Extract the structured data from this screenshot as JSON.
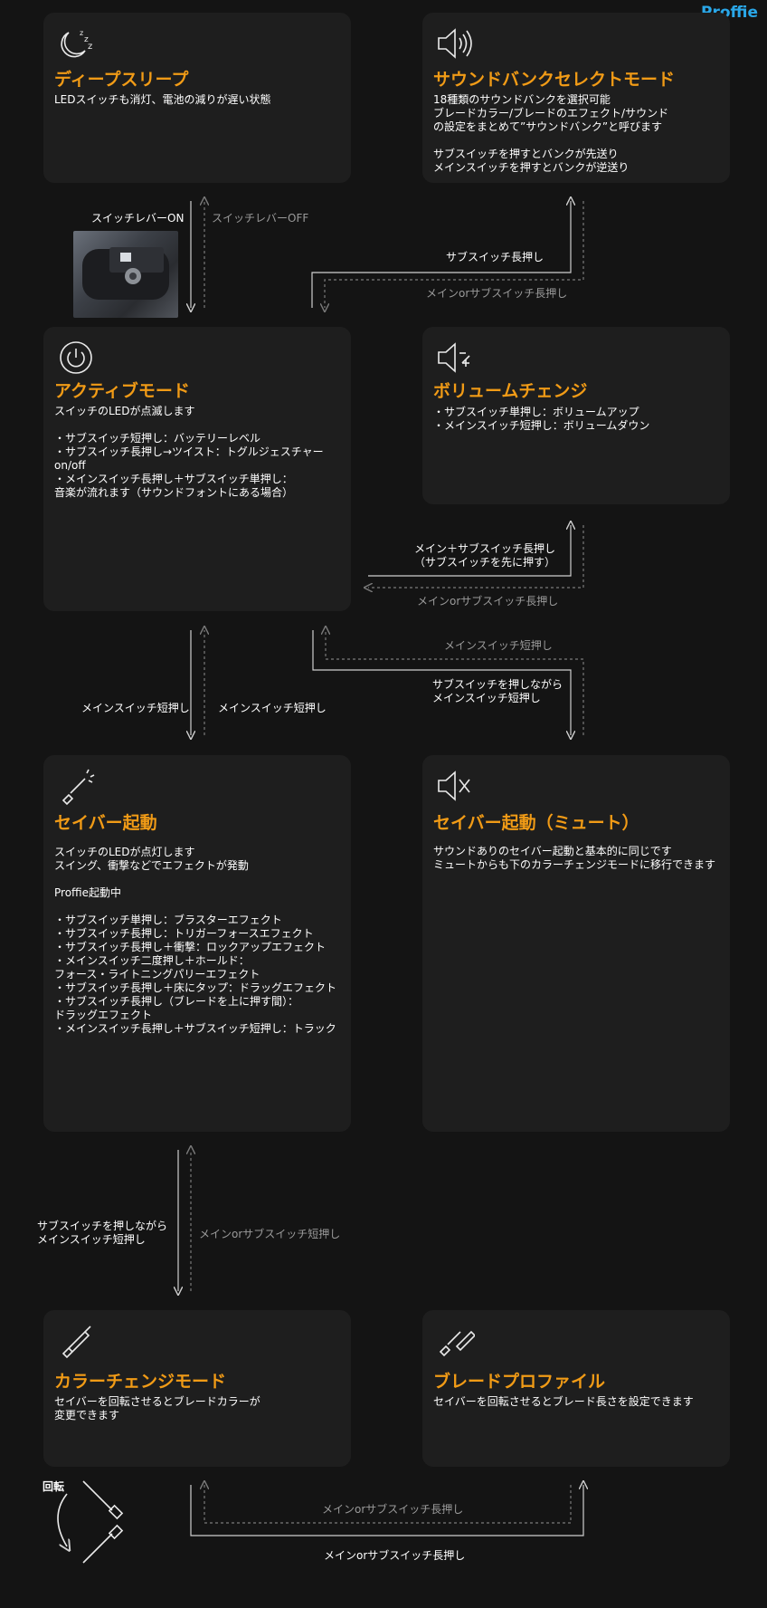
{
  "brand": "Proffie",
  "cards": {
    "deep_sleep": {
      "title": "ディープスリープ",
      "desc": "LEDスイッチも消灯、電池の減りが遅い状態"
    },
    "sound_bank": {
      "title": "サウンドバンクセレクトモード",
      "desc": "18種類のサウンドバンクを選択可能\nブレードカラー/ブレードのエフェクト/サウンド\nの設定をまとめて”サウンドバンク”と呼びます\n\nサブスイッチを押すとバンクが先送り\nメインスイッチを押すとバンクが逆送り"
    },
    "active": {
      "title": "アクティブモード",
      "desc": "スイッチのLEDが点滅します\n\n・サブスイッチ短押し：バッテリーレベル\n・サブスイッチ長押し→ツイスト：トグルジェスチャーon/off\n・メインスイッチ長押し＋サブスイッチ単押し：\n  音楽が流れます（サウンドフォントにある場合）"
    },
    "volume": {
      "title": "ボリュームチェンジ",
      "desc": "・サブスイッチ単押し：ボリュームアップ\n・メインスイッチ短押し：ボリュームダウン"
    },
    "saber_on": {
      "title": "セイバー起動",
      "desc": "スイッチのLEDが点灯します\nスイング、衝撃などでエフェクトが発動\n\nProffie起動中\n\n・サブスイッチ単押し：ブラスターエフェクト\n・サブスイッチ長押し：トリガーフォースエフェクト\n・サブスイッチ長押し＋衝撃：ロックアップエフェクト\n・メインスイッチ二度押し＋ホールド：\n    フォース・ライトニングパリーエフェクト\n・サブスイッチ長押し＋床にタップ：ドラッグエフェクト\n・サブスイッチ長押し（ブレードを上に押す間）：\n    ドラッグエフェクト\n・メインスイッチ長押し＋サブスイッチ短押し：トラック"
    },
    "saber_mute": {
      "title": "セイバー起動（ミュート）",
      "desc": "サウンドありのセイバー起動と基本的に同じです\nミュートからも下のカラーチェンジモードに移行できます"
    },
    "color_change": {
      "title": "カラーチェンジモード",
      "desc": "セイバーを回転させるとブレードカラーが\n変更できます"
    },
    "blade_profile": {
      "title": "ブレードプロファイル",
      "desc": "セイバーを回転させるとブレード長さを設定できます"
    }
  },
  "icons": {
    "deep_sleep": "sleep-zzz-icon",
    "sound_bank": "speaker-sound-icon",
    "active": "power-icon",
    "volume": "speaker-volume-icon",
    "saber_on": "lightsaber-glow-icon",
    "saber_mute": "speaker-mute-icon",
    "color_change": "pen-saber-icon",
    "blade_profile": "blade-saber-icon"
  },
  "labels": {
    "switch_on": "スイッチレバーON",
    "switch_off": "スイッチレバーOFF",
    "sub_long": "サブスイッチ長押し",
    "main_or_sub_long": "メインorサブスイッチ長押し",
    "main_sub_long": "メイン＋サブスイッチ長押し\n（サブスイッチを先に押す）",
    "main_or_sub_long_2": "メインorサブスイッチ長押し",
    "main_short_up": "メインスイッチ短押し",
    "main_short_left": "メインスイッチ短押し",
    "main_short_right": "メインスイッチ短押し",
    "sub_hold_main_short": "サブスイッチを押しながら\nメインスイッチ短押し",
    "sub_hold_main_short_2": "サブスイッチを押しながら\nメインスイッチ短押し",
    "main_or_sub_short": "メインorサブスイッチ短押し",
    "rotate": "回転",
    "bottom_dashed": "メインorサブスイッチ長押し",
    "bottom_solid": "メインorサブスイッチ長押し"
  },
  "colors": {
    "accent": "#f19b16",
    "brand": "#2aa7e8",
    "card": "#1e1e1e",
    "bg": "#141414"
  }
}
